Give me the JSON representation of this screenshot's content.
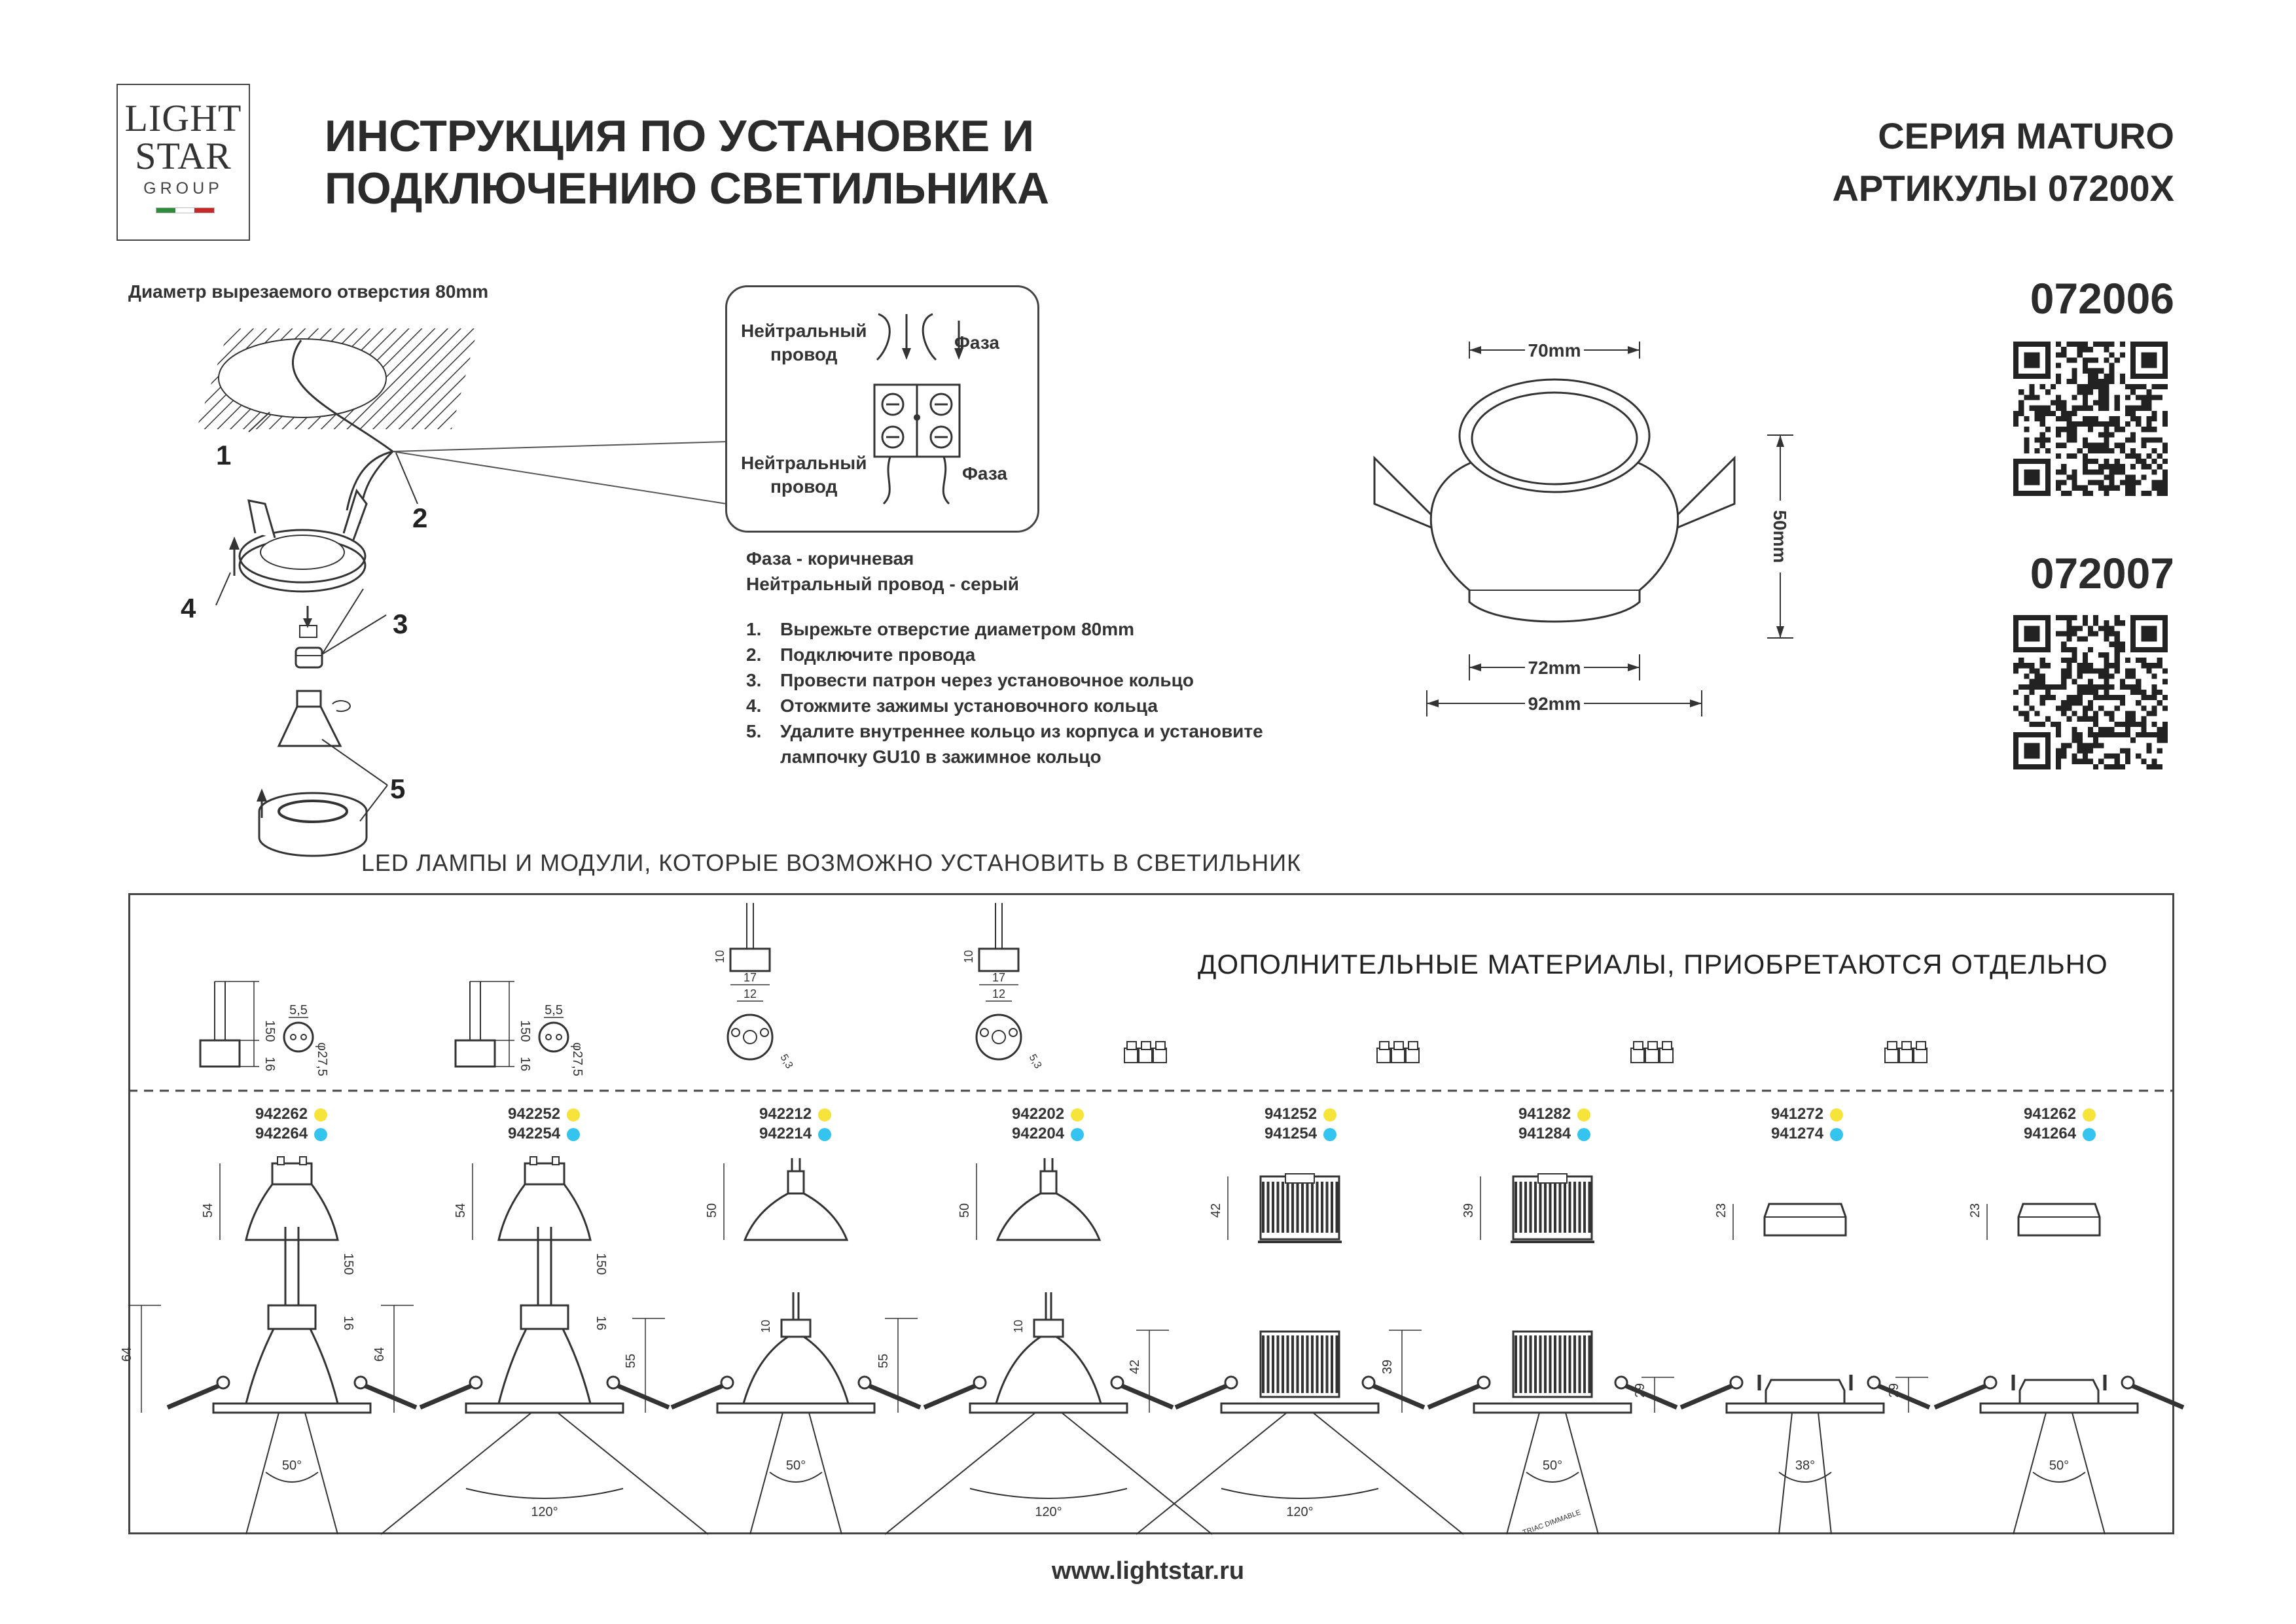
{
  "logo": {
    "line1": "LIGHT",
    "line2": "STAR",
    "line3": "GROUP"
  },
  "header": {
    "title_line1": "ИНСТРУКЦИЯ ПО УСТАНОВКЕ И",
    "title_line2": "ПОДКЛЮЧЕНИЮ СВЕТИЛЬНИКА",
    "series": "СЕРИЯ MATURO",
    "articles": "АРТИКУЛЫ 07200Х"
  },
  "skus": [
    "072006",
    "072007"
  ],
  "install": {
    "hole_label": "Диаметр вырезаемого отверстия 80mm",
    "callouts": [
      "1",
      "2",
      "3",
      "4",
      "5"
    ],
    "wiring": {
      "neutral1": "Нейтральный",
      "neutral2": "провод",
      "phase": "Фаза"
    },
    "colors_line1": "Фаза - коричневая",
    "colors_line2": "Нейтральный провод - серый",
    "steps": [
      {
        "n": "1.",
        "text": "Вырежьте отверстие диаметром 80mm"
      },
      {
        "n": "2.",
        "text": "Подключите провода"
      },
      {
        "n": "3.",
        "text": "Провести патрон через установочное кольцо"
      },
      {
        "n": "4.",
        "text": "Отожмите зажимы установочного кольца"
      },
      {
        "n": "5.",
        "text": "Удалите внутреннее кольцо из корпуса и установите"
      },
      {
        "n": "",
        "text": "лампочку GU10 в зажимное кольцо"
      }
    ]
  },
  "dims": {
    "top": "70mm",
    "height": "50mm",
    "inner": "72mm",
    "outer": "92mm"
  },
  "leds_title": "LED ЛАМПЫ И МОДУЛИ, КОТОРЫЕ ВОЗМОЖНО УСТАНОВИТЬ В СВЕТИЛЬНИК",
  "extra_title": "ДОПОЛНИТЕЛЬНЫЕ МАТЕРИАЛЫ, ПРИОБРЕТАЮТСЯ ОТДЕЛЬНО",
  "connector_dims": {
    "a": "150",
    "b": "16",
    "c": "5,5",
    "d": "φ27,5",
    "e": "10",
    "f": "17",
    "g": "12",
    "h": "5,3"
  },
  "lamps": [
    {
      "code1": "942262",
      "code2": "942264",
      "h": "54",
      "h2": "64",
      "angle": "50°"
    },
    {
      "code1": "942252",
      "code2": "942254",
      "h": "54",
      "h2": "64",
      "angle": "120°"
    },
    {
      "code1": "942212",
      "code2": "942214",
      "h": "50",
      "h2": "55",
      "angle": "50°"
    },
    {
      "code1": "942202",
      "code2": "942204",
      "h": "50",
      "h2": "55",
      "angle": "120°"
    },
    {
      "code1": "941252",
      "code2": "941254",
      "h": "42",
      "h2": "42",
      "angle": "120°"
    },
    {
      "code1": "941282",
      "code2": "941284",
      "h": "39",
      "h2": "39",
      "angle": "50°"
    },
    {
      "code1": "941272",
      "code2": "941274",
      "h": "23",
      "h2": "29",
      "angle": "38°"
    },
    {
      "code1": "941262",
      "code2": "941264",
      "h": "23",
      "h2": "29",
      "angle": "50°"
    }
  ],
  "triac": "TRIAC DIMMABLE",
  "footer": "www.lightstar.ru",
  "colors": {
    "warm": "#f7e43a",
    "cool": "#35c4ef",
    "ink": "#333333"
  }
}
